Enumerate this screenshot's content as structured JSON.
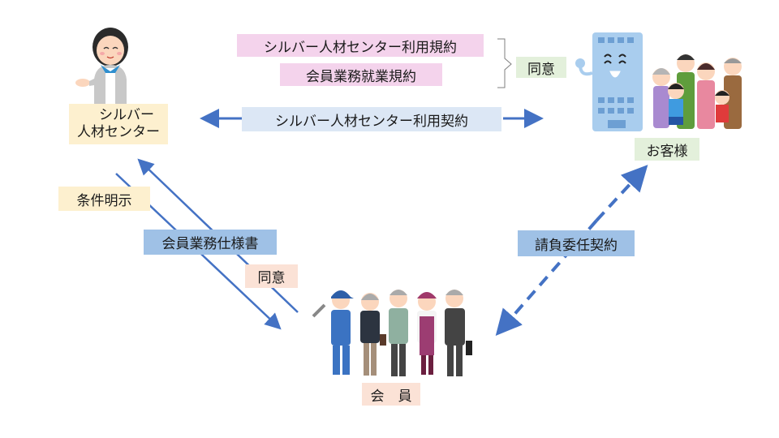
{
  "nodes": {
    "center": {
      "label_line1": "シルバー",
      "label_line2": "人材センター"
    },
    "customer": {
      "label": "お客様"
    },
    "member": {
      "label": "会　員"
    }
  },
  "labels": {
    "terms_usage": "シルバー人材センター利用規約",
    "terms_member": "会員業務就業規約",
    "agree_top": "同意",
    "usage_contract": "シルバー人材センター利用契約",
    "conditions": "条件明示",
    "member_spec": "会員業務仕様書",
    "agree_bottom": "同意",
    "contract_type": "請負委任契約"
  },
  "colors": {
    "arrow": "#4472c4",
    "pink": "#f4d3ec",
    "lightblue": "#dce7f5",
    "blue": "#9fc1e6",
    "yellow": "#fdf0cf",
    "green": "#e3f0db",
    "peach": "#fbe2d6"
  }
}
